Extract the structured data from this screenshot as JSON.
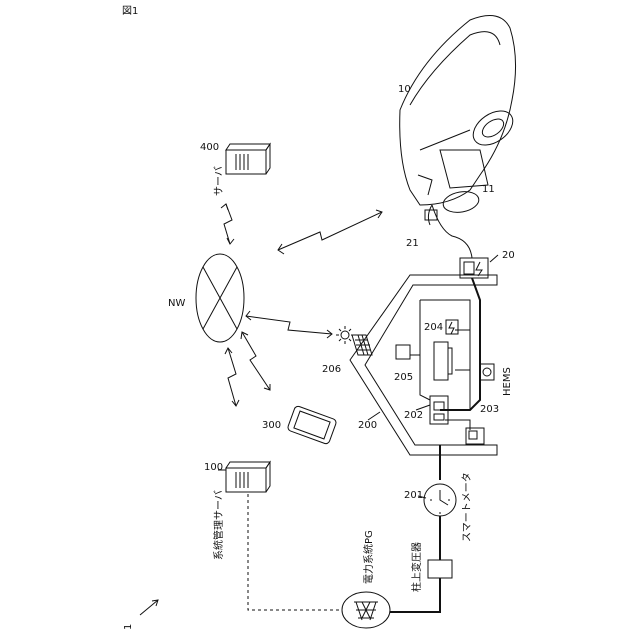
{
  "figure": {
    "label": "図1"
  },
  "ref": {
    "system": "1",
    "vehicle": "10",
    "vehicle_part": "11",
    "charger": "20",
    "cable": "21",
    "house": "200",
    "smart_meter": "201",
    "hems_unit": "202",
    "unit_203": "203",
    "unit_204": "204",
    "unit_205": "205",
    "solar_panel": "206",
    "mgmt_server": "100",
    "phone": "300",
    "server": "400"
  },
  "text": {
    "network": "NW",
    "server_label": "サーバ",
    "mgmt_server_label": "系統管理サーバ",
    "power_grid": "電力系統PG",
    "pole_transformer": "柱上変圧器",
    "smart_meter_label": "スマートメータ",
    "hems": "HEMS"
  }
}
